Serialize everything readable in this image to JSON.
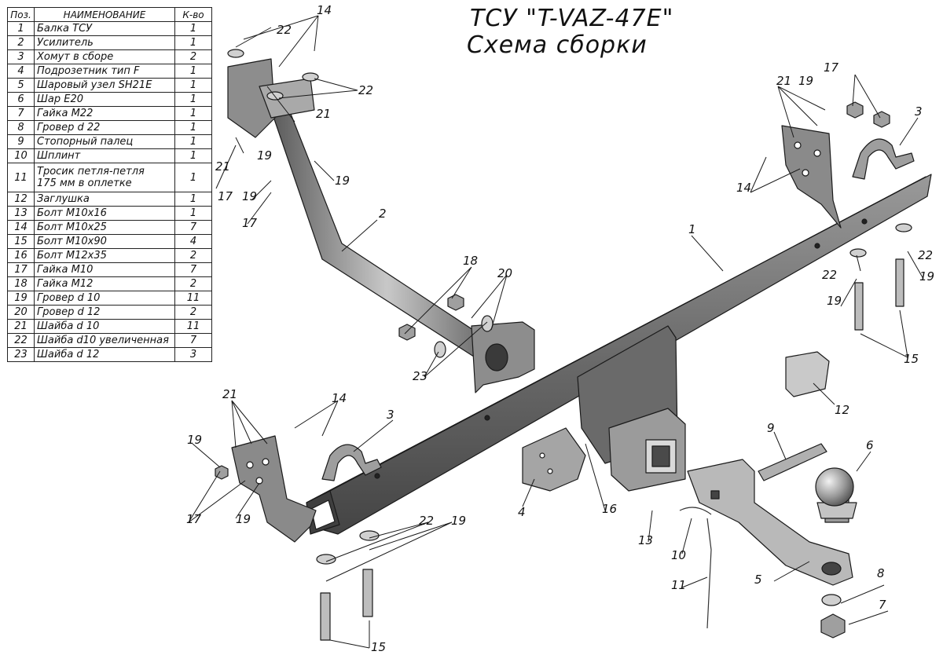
{
  "title_line1": "ТСУ \"T-VAZ-47E\"",
  "title_line2": "Схема сборки",
  "table": {
    "headers": {
      "pos": "Поз.",
      "name": "НАИМЕНОВАНИЕ",
      "qty": "К-во"
    },
    "rows": [
      {
        "pos": "1",
        "name": "Балка ТСУ",
        "qty": "1"
      },
      {
        "pos": "2",
        "name": "Усилитель",
        "qty": "1"
      },
      {
        "pos": "3",
        "name": "Хомут в сборе",
        "qty": "2"
      },
      {
        "pos": "4",
        "name": "Подрозетник тип F",
        "qty": "1"
      },
      {
        "pos": "5",
        "name": "Шаровый узел SH21E",
        "qty": "1"
      },
      {
        "pos": "6",
        "name": "Шар E20",
        "qty": "1"
      },
      {
        "pos": "7",
        "name": "Гайка М22",
        "qty": "1"
      },
      {
        "pos": "8",
        "name": "Гровер d 22",
        "qty": "1"
      },
      {
        "pos": "9",
        "name": "Стопорный палец",
        "qty": "1"
      },
      {
        "pos": "10",
        "name": "Шплинт",
        "qty": "1"
      },
      {
        "pos": "11",
        "name": "Тросик петля-петля",
        "name2": "175 мм в оплетке",
        "qty": "1"
      },
      {
        "pos": "12",
        "name": "Заглушка",
        "qty": "1"
      },
      {
        "pos": "13",
        "name": "Болт М10х16",
        "qty": "1"
      },
      {
        "pos": "14",
        "name": "Болт М10х25",
        "qty": "7"
      },
      {
        "pos": "15",
        "name": "Болт  М10х90",
        "qty": "4"
      },
      {
        "pos": "16",
        "name": "Болт М12х35",
        "qty": "2"
      },
      {
        "pos": "17",
        "name": "Гайка М10",
        "qty": "7"
      },
      {
        "pos": "18",
        "name": "Гайка М12",
        "qty": "2"
      },
      {
        "pos": "19",
        "name": "Гровер d 10",
        "qty": "11"
      },
      {
        "pos": "20",
        "name": "Гровер d 12",
        "qty": "2"
      },
      {
        "pos": "21",
        "name": "Шайба d 10",
        "qty": "11"
      },
      {
        "pos": "22",
        "name": "Шайба d10 увеличенная",
        "qty": "7"
      },
      {
        "pos": "23",
        "name": "Шайба d 12",
        "qty": "3"
      }
    ]
  },
  "callouts": {
    "c1": "1",
    "c2": "2",
    "c3a": "3",
    "c3b": "3",
    "c4": "4",
    "c5": "5",
    "c6": "6",
    "c7": "7",
    "c8": "8",
    "c9": "9",
    "c10": "10",
    "c11": "11",
    "c12": "12",
    "c13": "13",
    "c14a": "14",
    "c14b": "14",
    "c14c": "14",
    "c15a": "15",
    "c15b": "15",
    "c16": "16",
    "c17a": "17",
    "c17b": "17",
    "c17c": "17",
    "c17d": "17",
    "c18": "18",
    "c19a": "19",
    "c19b": "19",
    "c19c": "19",
    "c19d": "19",
    "c19e": "19",
    "c19f": "19",
    "c19g": "19",
    "c19h": "19",
    "c20": "20",
    "c21a": "21",
    "c21b": "21",
    "c21c": "21",
    "c21d": "21",
    "c22a": "22",
    "c22b": "22",
    "c22c": "22",
    "c22d": "22",
    "c22e": "22",
    "c23": "23"
  },
  "colors": {
    "line": "#1a1a1a",
    "metal": "#7d7d7d",
    "metal_light": "#bdbdbd",
    "metal_dark": "#4e4e4e"
  }
}
